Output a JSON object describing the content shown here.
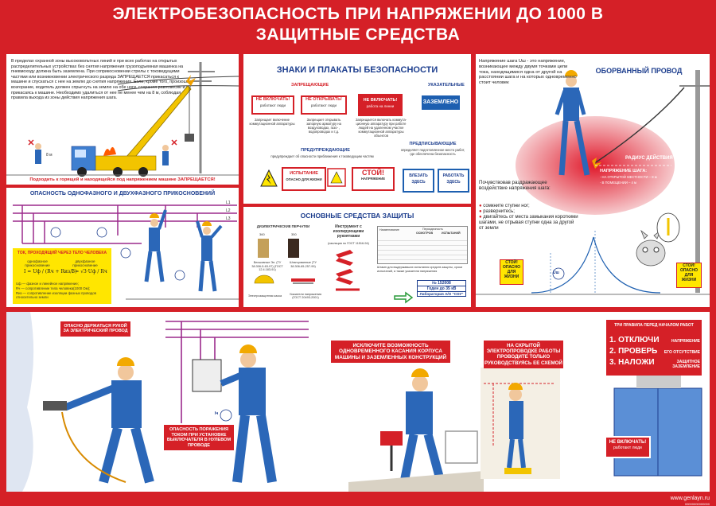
{
  "header": {
    "title_line1": "ЭЛЕКТРОБЕЗОПАСНОСТЬ ПРИ НАПРЯЖЕНИИ ДО 1000 В",
    "title_line2": "ЗАЩИТНЫЕ СРЕДСТВА"
  },
  "crane": {
    "text": "В пределах охранной зоны высоковольтных линий и при всех работах на открытых распределительных устройствах без снятия напряжения грузоподъемная машинка на пневмоходу должна быть заземлена. При соприкосновении стрелы с токоведущими частями или возникновении электрического разряда ЗАПРЕЩАЕТСЯ прикасаться к машине и спускаться с нее на землю до снятия напряжения. Если, кроме того, произошло возгорание, водитель должен спрыгнуть на землю на обе ноги, сохраняя равновесие и не прикасаясь к машине. Необходимо удалиться от нее не менее чем на 8 м, соблюдая правила выхода из зоны действия напряжения шага.",
    "caption": "Подходить к горящей и находящейся под напряжением машине ЗАПРЕЩАЕТСЯ!"
  },
  "touch": {
    "title": "ОПАСНОСТЬ ОДНОФАЗНОГО И ДВУХФАЗНОГО ПРИКОСНОВЕНИЙ",
    "current_title": "ТОК, ПРОХОДЯЩИЙ ЧЕРЕЗ ТЕЛО ЧЕЛОВЕКА",
    "col1": "однофазное прикосновение",
    "col2": "двухфазное прикосновение",
    "legend1": "Uф — фазное и линейное напряжение;",
    "legend2": "Rч — сопротивление тела человека(1000 Ом);",
    "legend3": "Rиз — сопротивление изоляции фазных проводов относительно земли",
    "labels": [
      "L1",
      "L2",
      "L3",
      "Uл",
      "Uф",
      "Iч"
    ]
  },
  "signs": {
    "title": "ЗНАКИ И ПЛАКАТЫ БЕЗОПАСНОСТИ",
    "prohibit": "ЗАПРЕЩАЮЩИЕ",
    "indicate": "УКАЗАТЕЛЬНЫЕ",
    "warn": "ПРЕДУПРЕЖДАЮЩИЕ",
    "prescribe": "ПРЕДПИСЫВАЮЩИЕ",
    "s1a": "НЕ ВКЛЮЧАТЬ!",
    "s1b": "работают люди",
    "s2a": "НЕ ОТКРЫВАТЬ!",
    "s2b": "работают люди",
    "s3a": "НЕ ВКЛЮЧАТЬ!",
    "s3b": "работа на линии",
    "s4": "ЗАЗЕМЛЕНО",
    "d1": "Запрещает включение коммутационной аппаратуры",
    "d2": "Запрещает открывать запорную арматуру на воздуховодах, газо- , водопроводах и т.д.",
    "d3": "Запрещается включать коммута- ционную аппаратуру при работе людей на удаленном участке коммутационной аппаратуры объектов",
    "warn_desc": "предупреждает об опасности приближения к токоведущим частям",
    "prescribe_desc": "определяет подготовленное место работ, где обеспечена безопасность",
    "w1a": "ИСПЫТАНИЕ",
    "w1b": "ОПАСНО ДЛЯ ЖИЗНИ",
    "w2a": "СТОЙ!",
    "w2b": "НАПРЯЖЕНИЕ",
    "p1a": "ВЛЕЗАТЬ",
    "p1b": "ЗДЕСЬ",
    "p2a": "РАБОТАТЬ",
    "p2b": "ЗДЕСЬ"
  },
  "protect": {
    "title": "ОСНОВНЫЕ СРЕДСТВА ЗАЩИТЫ",
    "gloves": "ДИЭЛЕКТРИЧЕСКИЕ ПЕРЧАТКИ",
    "g1": "Бесшовные Эн. (ТУ 38.306-5-63-97) (ГОСТ 12.4.183-91)",
    "g2": "Штанцованные (ТУ 38.306-65-257-99)",
    "tools": "Инструмент с изолирующими рукоятками",
    "tools_sub": "(изоляция по ГОСТ 11516-94)",
    "helmet": "Электрозащитная каска",
    "indicator": "Указатели напряжения (ГОСТ 20493-2001)",
    "stamp_desc": "Штамп для выдержавших испытания средств защиты, сроки испытаний, а также указатели напряжения",
    "stamp1": "№ 152008",
    "stamp2": "Годен до 35 кВ",
    "stamp3": "Лаборатория А/О \"СОУ\"",
    "mark1": "360",
    "mark2": "350",
    "table_h1": "Наименование",
    "table_h2": "Периодичность",
    "table_h3": "ОСМОТРОВ",
    "table_h4": "ИСПЫТАНИЙ"
  },
  "step": {
    "text": "Напряжение шага Uш - это напряжение, возникающее между двумя точками цепи тока, находящимися одна от другой на расстоянии шага и на которых одновременно стоит человек",
    "title": "ОБОРВАННЫЙ ПРОВОД",
    "radius": "РАДИУС ДЕЙСТВИЯ",
    "step_title": "НАПРЯЖЕНИЕ ШАГА:",
    "step1": "- НА ОТКРЫТОЙ МЕСТНОСТИ – 8 м",
    "step2": "- В ПОМЕЩЕНИИ – 4 м",
    "feel": "Почувствовав раздражающее воздействие напряжения шага:",
    "b1": "сомкните ступни ног;",
    "b2": "развернитесь;",
    "b3": "двигайтесь от места замыкания короткими шагами, не отрывая ступни одна за другой от земли",
    "danger1": "СТОЙ! ОПАСНО ДЛЯ ЖИЗНИ",
    "danger2": "СТОЙ! ОПАСНО ДЛЯ ЖИЗНИ",
    "u": "Uш"
  },
  "bottom": {
    "drill": "ОПАСНО ДЕРЖАТЬСЯ РУКОЙ ЗА ЭЛЕКТРИЧЕСКИЙ ПРОВОД",
    "switch": "ОПАСНОСТЬ ПОРАЖЕНИЯ ТОКОМ ПРИ УСТАНОВКЕ ВЫКЛЮЧАТЕЛЯ В НУЛЕВОМ ПРОВОДЕ",
    "hammer": "ИСКЛЮЧИТЕ ВОЗМОЖНОСТЬ ОДНОВРЕМЕННОГО КАСАНИЯ КОРПУСА МАШИНЫ И ЗАЗЕМЛЕННЫХ КОНСТРУКЦИЙ",
    "hidden": "НА СКРЫТОЙ ЭЛЕКТРОПРОВОДКЕ РАБОТЫ ПРОВОДИТЕ ТОЛЬКО РУКОВОДСТВУЯСЬ ЕЕ СХЕМОЙ",
    "rules_title": "ТРИ ПРАВИЛА ПЕРЕД НАЧАЛОМ РАБОТ",
    "r1": "1. ОТКЛЮЧИ",
    "r2": "2. ПРОВЕРЬ",
    "r3": "3. НАЛОЖИ",
    "r1b": "НАПРЯЖЕНИЕ",
    "r2b": "ЕГО ОТСУТСТВИЕ",
    "r3b": "ЗАЩИТНОЕ ЗАЗЕМЛЕНИЕ",
    "sign_a": "НЕ ВКЛЮЧАТЬ!",
    "sign_b": "работают люди",
    "iv": "Iч"
  },
  "footer": {
    "site": "www.genlayn.ru",
    "code": "00000000000000"
  },
  "colors": {
    "red": "#d52027",
    "blue": "#1d3e8e",
    "workwear": "#2b67b8",
    "yellow": "#f2c400",
    "purple": "#9b2a8c"
  }
}
